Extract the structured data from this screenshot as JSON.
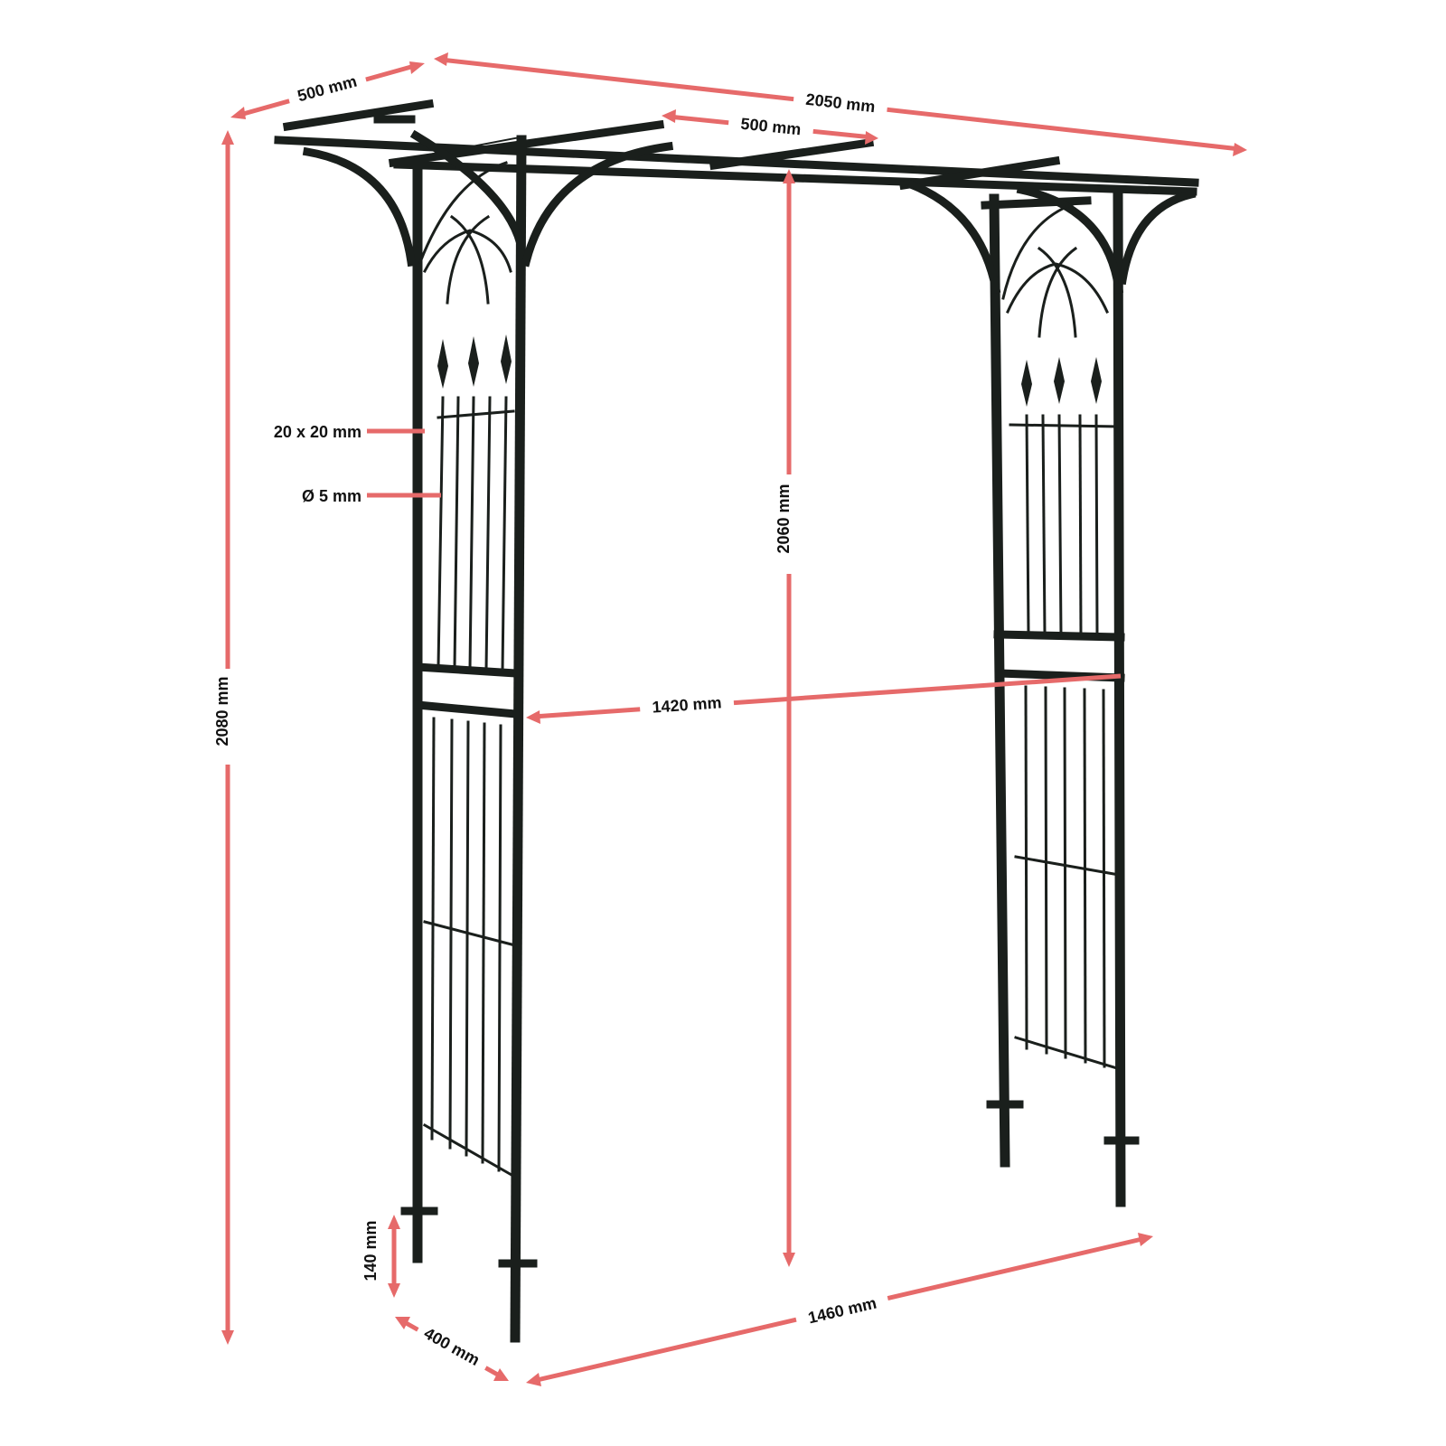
{
  "colors": {
    "dimension": "#e66a6a",
    "frame": "#1a1f1c",
    "background": "#ffffff",
    "label_text": "#111111"
  },
  "dimensions": {
    "top_depth": "500 mm",
    "total_width": "2050 mm",
    "beam_spacing": "500 mm",
    "total_height": "2080 mm",
    "passage_height": "2060 mm",
    "profile": "20 x 20 mm",
    "rod_diameter": "Ø 5 mm",
    "passage_width": "1420 mm",
    "ground_spike": "140 mm",
    "base_depth": "400 mm",
    "base_width": "1460 mm"
  }
}
